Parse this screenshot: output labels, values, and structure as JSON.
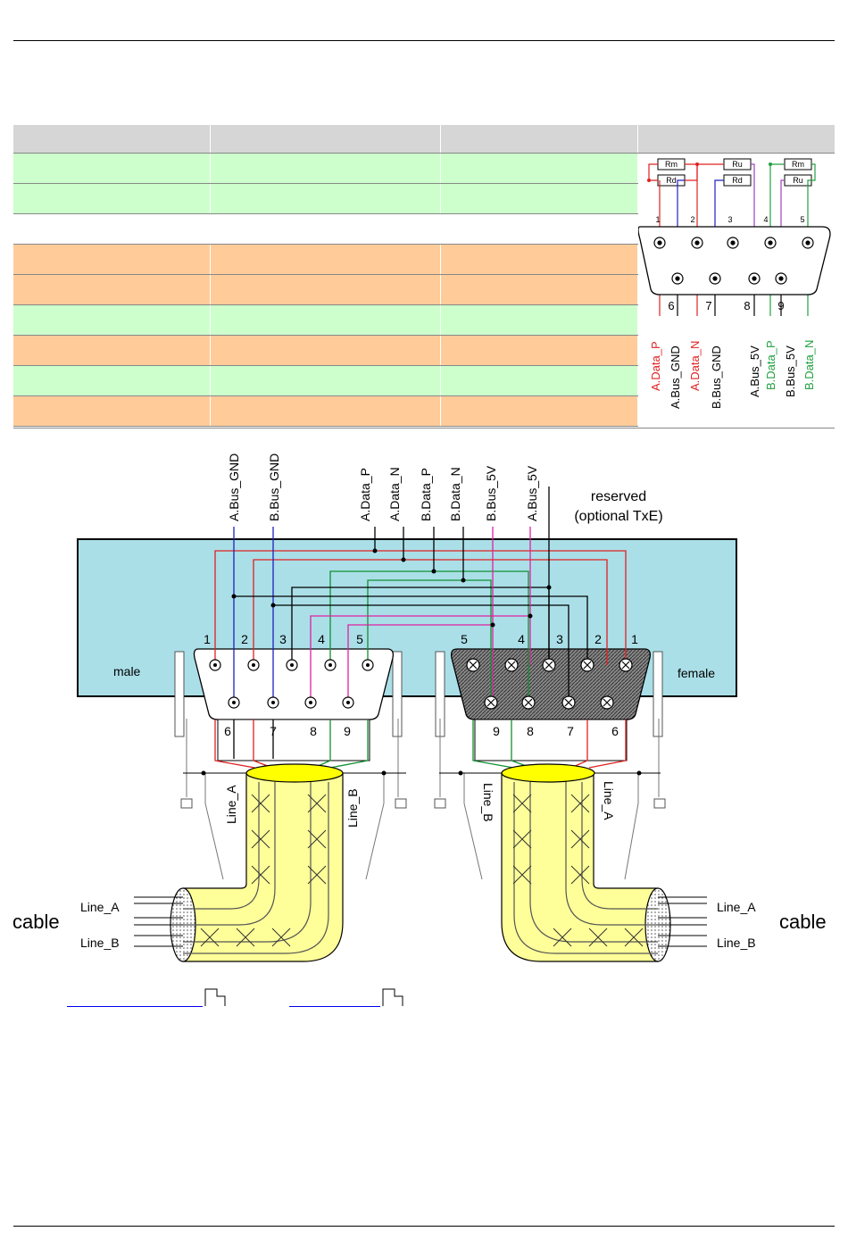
{
  "table": {
    "header": [
      "",
      "",
      "",
      ""
    ],
    "rows": [
      {
        "kind": "g"
      },
      {
        "kind": "g"
      },
      {
        "kind": "w"
      },
      {
        "kind": "o"
      },
      {
        "kind": "o"
      },
      {
        "kind": "g"
      },
      {
        "kind": "o"
      },
      {
        "kind": "g"
      },
      {
        "kind": "o"
      }
    ]
  },
  "connector_pinout": {
    "resistors": [
      "Rm",
      "Rd",
      "Ru",
      "Rd",
      "Rm",
      "Ru"
    ],
    "top_pins": [
      "1",
      "2",
      "3",
      "4",
      "5"
    ],
    "bottom_pins": [
      "6",
      "7",
      "8",
      "9"
    ],
    "signals": [
      {
        "name": "A.Data_P",
        "color": "#e02020"
      },
      {
        "name": "A.Bus_GND",
        "color": "#000000"
      },
      {
        "name": "A.Data_N",
        "color": "#e02020"
      },
      {
        "name": "B.Bus_GND",
        "color": "#000000"
      },
      {
        "name": "A.Bus_5V",
        "color": "#000000"
      },
      {
        "name": "B.Data_P",
        "color": "#20a040"
      },
      {
        "name": "B.Bus_5V",
        "color": "#000000"
      },
      {
        "name": "B.Data_N",
        "color": "#20a040"
      }
    ]
  },
  "wiring": {
    "top_signals": [
      "A.Bus_GND",
      "B.Bus_GND",
      "A.Data_P",
      "A.Data_N",
      "B.Data_P",
      "B.Data_N",
      "B.Bus_5V",
      "A.Bus_5V"
    ],
    "reserved_line1": "reserved",
    "reserved_line2": "(optional TxE)",
    "male_label": "male",
    "female_label": "female",
    "male_top_pins": [
      "1",
      "2",
      "3",
      "4",
      "5"
    ],
    "male_bottom_pins": [
      "6",
      "7",
      "8",
      "9"
    ],
    "female_top_pins": [
      "5",
      "4",
      "3",
      "2",
      "1"
    ],
    "female_bottom_pins": [
      "9",
      "8",
      "7",
      "6"
    ],
    "line_a": "Line_A",
    "line_b": "Line_B",
    "cable_left": "cable",
    "cable_right": "cable"
  },
  "colors": {
    "green_row": "#ccffcc",
    "orange_row": "#ffcc99",
    "panel": "#aadfe8",
    "cable": "#ffff99",
    "red": "#e02020",
    "blue": "#2020c0",
    "green": "#109030",
    "magenta": "#e020a0"
  }
}
